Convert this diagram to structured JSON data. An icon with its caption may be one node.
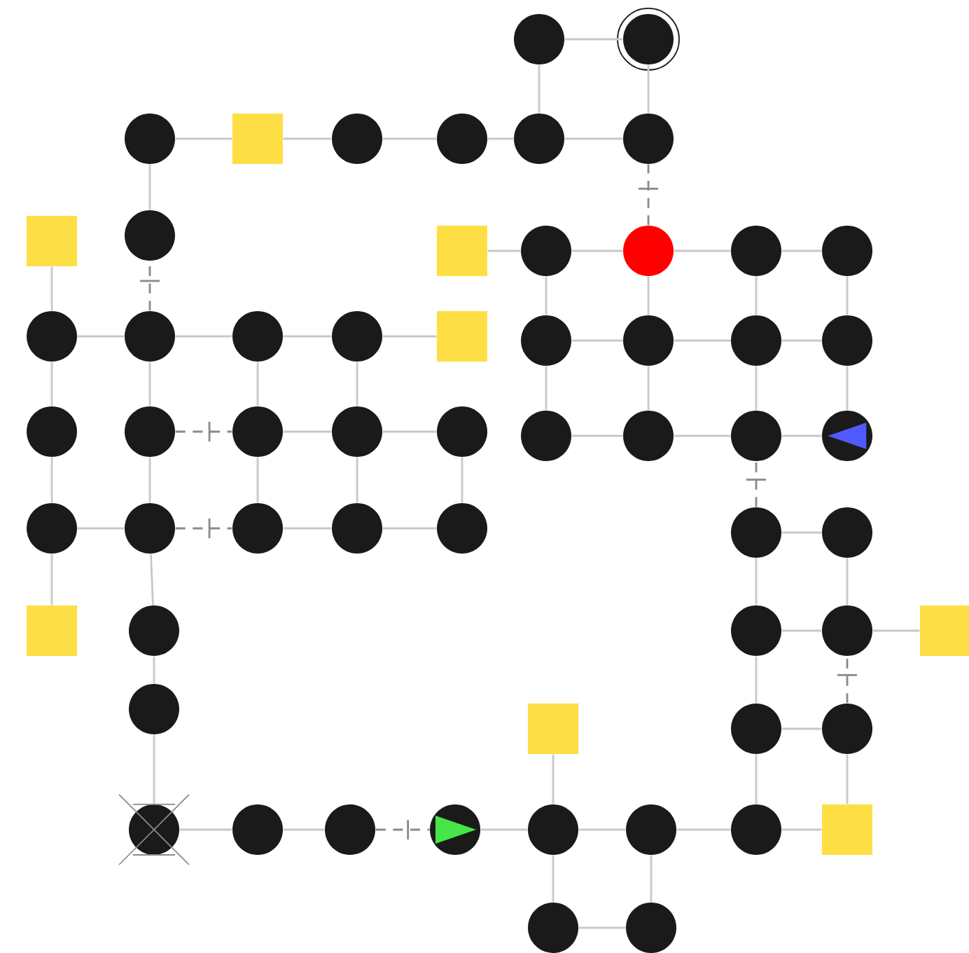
{
  "diagram": {
    "nodes": [
      {
        "text": [],
        "shape": "circle"
      },
      {
        "text": [],
        "shape": "circle"
      },
      {
        "text": [],
        "shape": "circle"
      },
      {
        "text": [],
        "shape": "box"
      },
      {
        "text": [],
        "shape": "circle"
      },
      {
        "text": [],
        "shape": "circle"
      },
      {
        "text": [],
        "shape": "circle"
      },
      {
        "text": [],
        "shape": "circle"
      },
      {
        "text": [],
        "shape": "box"
      },
      {
        "text": [],
        "shape": "circle"
      },
      {
        "text": [],
        "shape": "box"
      },
      {
        "text": [],
        "shape": "circle"
      },
      {
        "text": [],
        "shape": "circle"
      },
      {
        "text": [],
        "shape": "circle"
      },
      {
        "text": [],
        "shape": "circle"
      },
      {
        "text": [],
        "shape": "circle"
      },
      {
        "text": [],
        "shape": "circle"
      },
      {
        "text": [],
        "shape": "circle"
      },
      {
        "text": [],
        "shape": "circle"
      },
      {
        "text": [],
        "shape": "box"
      },
      {
        "text": [],
        "shape": "circle"
      },
      {
        "text": [],
        "shape": "circle"
      },
      {
        "text": [],
        "shape": "circle"
      },
      {
        "text": [],
        "shape": "circle"
      },
      {
        "text": [],
        "shape": "circle"
      },
      {
        "text": [],
        "shape": "circle"
      },
      {
        "text": [],
        "shape": "circle"
      },
      {
        "text": [],
        "shape": "circle"
      },
      {
        "text": [],
        "shape": "circle"
      },
      {
        "text": [],
        "shape": "circle"
      },
      {
        "text": [],
        "shape": "circle"
      },
      {
        "text": [],
        "shape": "circle"
      },
      {
        "text": [],
        "shape": "circle"
      },
      {
        "text": [],
        "shape": "circle"
      },
      {
        "text": [],
        "shape": "circle"
      },
      {
        "text": [],
        "shape": "circle"
      },
      {
        "text": [],
        "shape": "circle"
      },
      {
        "text": [],
        "shape": "circle"
      },
      {
        "text": [],
        "shape": "circle"
      },
      {
        "text": [],
        "shape": "circle"
      },
      {
        "text": [],
        "shape": "box"
      },
      {
        "text": [],
        "shape": "circle"
      },
      {
        "text": [],
        "shape": "circle"
      },
      {
        "text": [],
        "shape": "circle"
      },
      {
        "text": [],
        "shape": "box"
      },
      {
        "text": [],
        "shape": "circle"
      },
      {
        "text": [],
        "shape": "box"
      },
      {
        "text": [],
        "shape": "circle"
      },
      {
        "text": [],
        "shape": "circle"
      },
      {
        "text": [],
        "shape": "circle"
      },
      {
        "text": [],
        "shape": "circle"
      },
      {
        "text": [],
        "shape": "circle"
      },
      {
        "text": [],
        "shape": "circle"
      },
      {
        "text": [],
        "shape": "circle"
      },
      {
        "text": [],
        "shape": "circle"
      },
      {
        "text": [],
        "shape": "circle"
      },
      {
        "text": [],
        "shape": "box"
      },
      {
        "text": [],
        "shape": "circle"
      },
      {
        "text": [],
        "shape": "circle"
      }
    ],
    "edges": [
      {
        "from": 0,
        "to": 1,
        "arrow": "none"
      },
      {
        "from": 0,
        "to": 6,
        "arrow": "none"
      },
      {
        "from": 1,
        "to": 7,
        "arrow": "none"
      },
      {
        "from": 2,
        "to": 3,
        "arrow": "none"
      },
      {
        "from": 3,
        "to": 4,
        "arrow": "none"
      },
      {
        "from": 4,
        "to": 5,
        "arrow": "none"
      },
      {
        "from": 5,
        "to": 6,
        "arrow": "none"
      },
      {
        "from": 6,
        "to": 7,
        "arrow": "none"
      },
      {
        "from": 2,
        "to": 9,
        "arrow": "none"
      },
      {
        "from": 16,
        "to": 9,
        "arrow": "none",
        "style": "dashed"
      },
      {
        "from": 12,
        "to": 7,
        "arrow": "none",
        "style": "dashed"
      },
      {
        "from": 8,
        "to": 15,
        "arrow": "none"
      },
      {
        "from": 10,
        "to": 11,
        "arrow": "none"
      },
      {
        "from": 11,
        "to": 12,
        "arrow": "none"
      },
      {
        "from": 12,
        "to": 13,
        "arrow": "none"
      },
      {
        "from": 13,
        "to": 14,
        "arrow": "none"
      },
      {
        "from": 15,
        "to": 16,
        "arrow": "none"
      },
      {
        "from": 16,
        "to": 17,
        "arrow": "none"
      },
      {
        "from": 17,
        "to": 18,
        "arrow": "none"
      },
      {
        "from": 18,
        "to": 19,
        "arrow": "none"
      },
      {
        "from": 11,
        "to": 20,
        "arrow": "none"
      },
      {
        "from": 12,
        "to": 21,
        "arrow": "none"
      },
      {
        "from": 13,
        "to": 22,
        "arrow": "none"
      },
      {
        "from": 14,
        "to": 23,
        "arrow": "none"
      },
      {
        "from": 20,
        "to": 21,
        "arrow": "none"
      },
      {
        "from": 21,
        "to": 22,
        "arrow": "none"
      },
      {
        "from": 22,
        "to": 23,
        "arrow": "none"
      },
      {
        "from": 15,
        "to": 24,
        "arrow": "none"
      },
      {
        "from": 16,
        "to": 25,
        "arrow": "none"
      },
      {
        "from": 17,
        "to": 26,
        "arrow": "none"
      },
      {
        "from": 18,
        "to": 27,
        "arrow": "none"
      },
      {
        "from": 25,
        "to": 26,
        "arrow": "none",
        "style": "dashed"
      },
      {
        "from": 26,
        "to": 27,
        "arrow": "none"
      },
      {
        "from": 27,
        "to": 28,
        "arrow": "none"
      },
      {
        "from": 20,
        "to": 29,
        "arrow": "none"
      },
      {
        "from": 21,
        "to": 30,
        "arrow": "none"
      },
      {
        "from": 22,
        "to": 31,
        "arrow": "none"
      },
      {
        "from": 23,
        "to": 32,
        "arrow": "none"
      },
      {
        "from": 29,
        "to": 30,
        "arrow": "none"
      },
      {
        "from": 30,
        "to": 31,
        "arrow": "none"
      },
      {
        "from": 31,
        "to": 32,
        "arrow": "none"
      },
      {
        "from": 24,
        "to": 33,
        "arrow": "none"
      },
      {
        "from": 25,
        "to": 34,
        "arrow": "none"
      },
      {
        "from": 26,
        "to": 35,
        "arrow": "none"
      },
      {
        "from": 27,
        "to": 36,
        "arrow": "none"
      },
      {
        "from": 28,
        "to": 37,
        "arrow": "none"
      },
      {
        "from": 33,
        "to": 34,
        "arrow": "none"
      },
      {
        "from": 34,
        "to": 35,
        "arrow": "none",
        "style": "dashed"
      },
      {
        "from": 35,
        "to": 36,
        "arrow": "none"
      },
      {
        "from": 36,
        "to": 37,
        "arrow": "none"
      },
      {
        "from": 38,
        "to": 31,
        "arrow": "none",
        "style": "dashed"
      },
      {
        "from": 38,
        "to": 39,
        "arrow": "none"
      },
      {
        "from": 38,
        "to": 42,
        "arrow": "none"
      },
      {
        "from": 39,
        "to": 43,
        "arrow": "none"
      },
      {
        "from": 33,
        "to": 40,
        "arrow": "none"
      },
      {
        "from": 34,
        "to": 41,
        "arrow": "none"
      },
      {
        "from": 42,
        "to": 43,
        "arrow": "none"
      },
      {
        "from": 43,
        "to": 44,
        "arrow": "none"
      },
      {
        "from": 48,
        "to": 43,
        "arrow": "none",
        "style": "dashed"
      },
      {
        "from": 42,
        "to": 47,
        "arrow": "none"
      },
      {
        "from": 47,
        "to": 48,
        "arrow": "none"
      },
      {
        "from": 41,
        "to": 45,
        "arrow": "none"
      },
      {
        "from": 45,
        "to": 49,
        "arrow": "none"
      },
      {
        "from": 49,
        "to": 50,
        "arrow": "none"
      },
      {
        "from": 50,
        "to": 51,
        "arrow": "none"
      },
      {
        "from": 51,
        "to": 52,
        "arrow": "none",
        "style": "dashed"
      },
      {
        "from": 52,
        "to": 53,
        "arrow": "none"
      },
      {
        "from": 46,
        "to": 53,
        "arrow": "none"
      },
      {
        "from": 53,
        "to": 54,
        "arrow": "none"
      },
      {
        "from": 53,
        "to": 57,
        "arrow": "none"
      },
      {
        "from": 54,
        "to": 58,
        "arrow": "none"
      },
      {
        "from": 57,
        "to": 58,
        "arrow": "none"
      },
      {
        "from": 54,
        "to": 55,
        "arrow": "none"
      },
      {
        "from": 55,
        "to": 56,
        "arrow": "none"
      },
      {
        "from": 47,
        "to": 55,
        "arrow": "none"
      },
      {
        "from": 48,
        "to": 56,
        "arrow": "none"
      }
    ]
  }
}
